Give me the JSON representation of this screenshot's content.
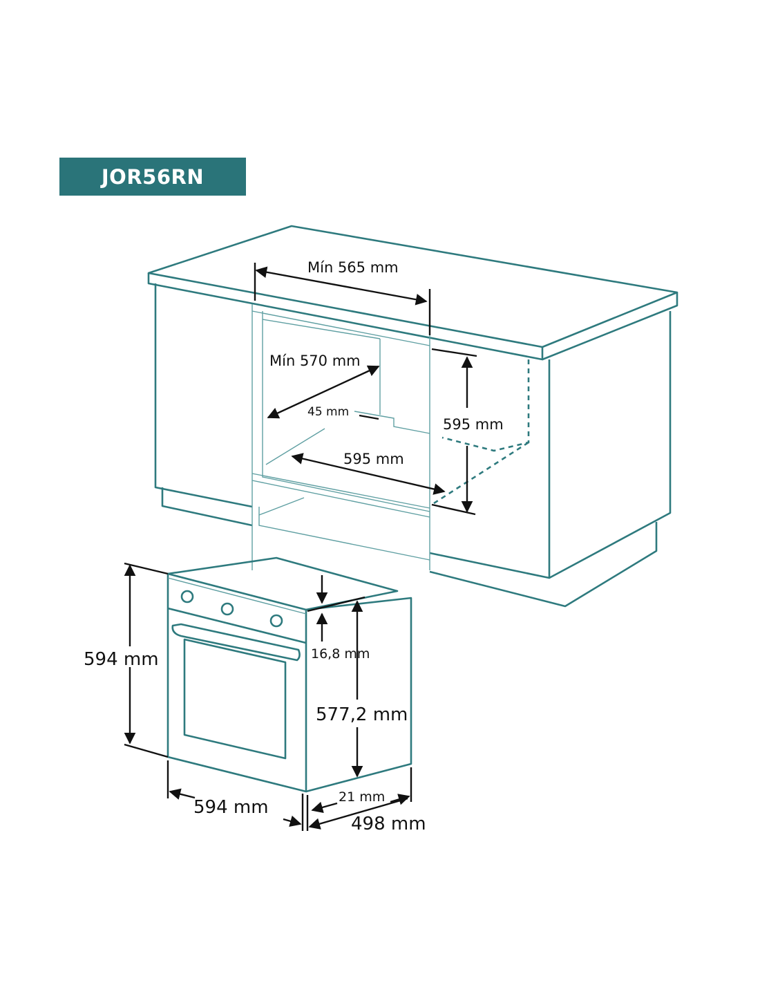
{
  "model": "JOR56RN",
  "colors": {
    "accent": "#2a7479",
    "line": "#2e7a7e"
  },
  "cabinet_dimensions": {
    "min_width": "Mín 565 mm",
    "min_depth": "Mín 570 mm",
    "gap": "45 mm",
    "height": "595 mm",
    "width": "595 mm"
  },
  "oven_dimensions": {
    "height": "594 mm",
    "panel_thickness": "16,8 mm",
    "body_height": "577,2 mm",
    "width": "594 mm",
    "front_depth": "21 mm",
    "depth": "498 mm"
  }
}
